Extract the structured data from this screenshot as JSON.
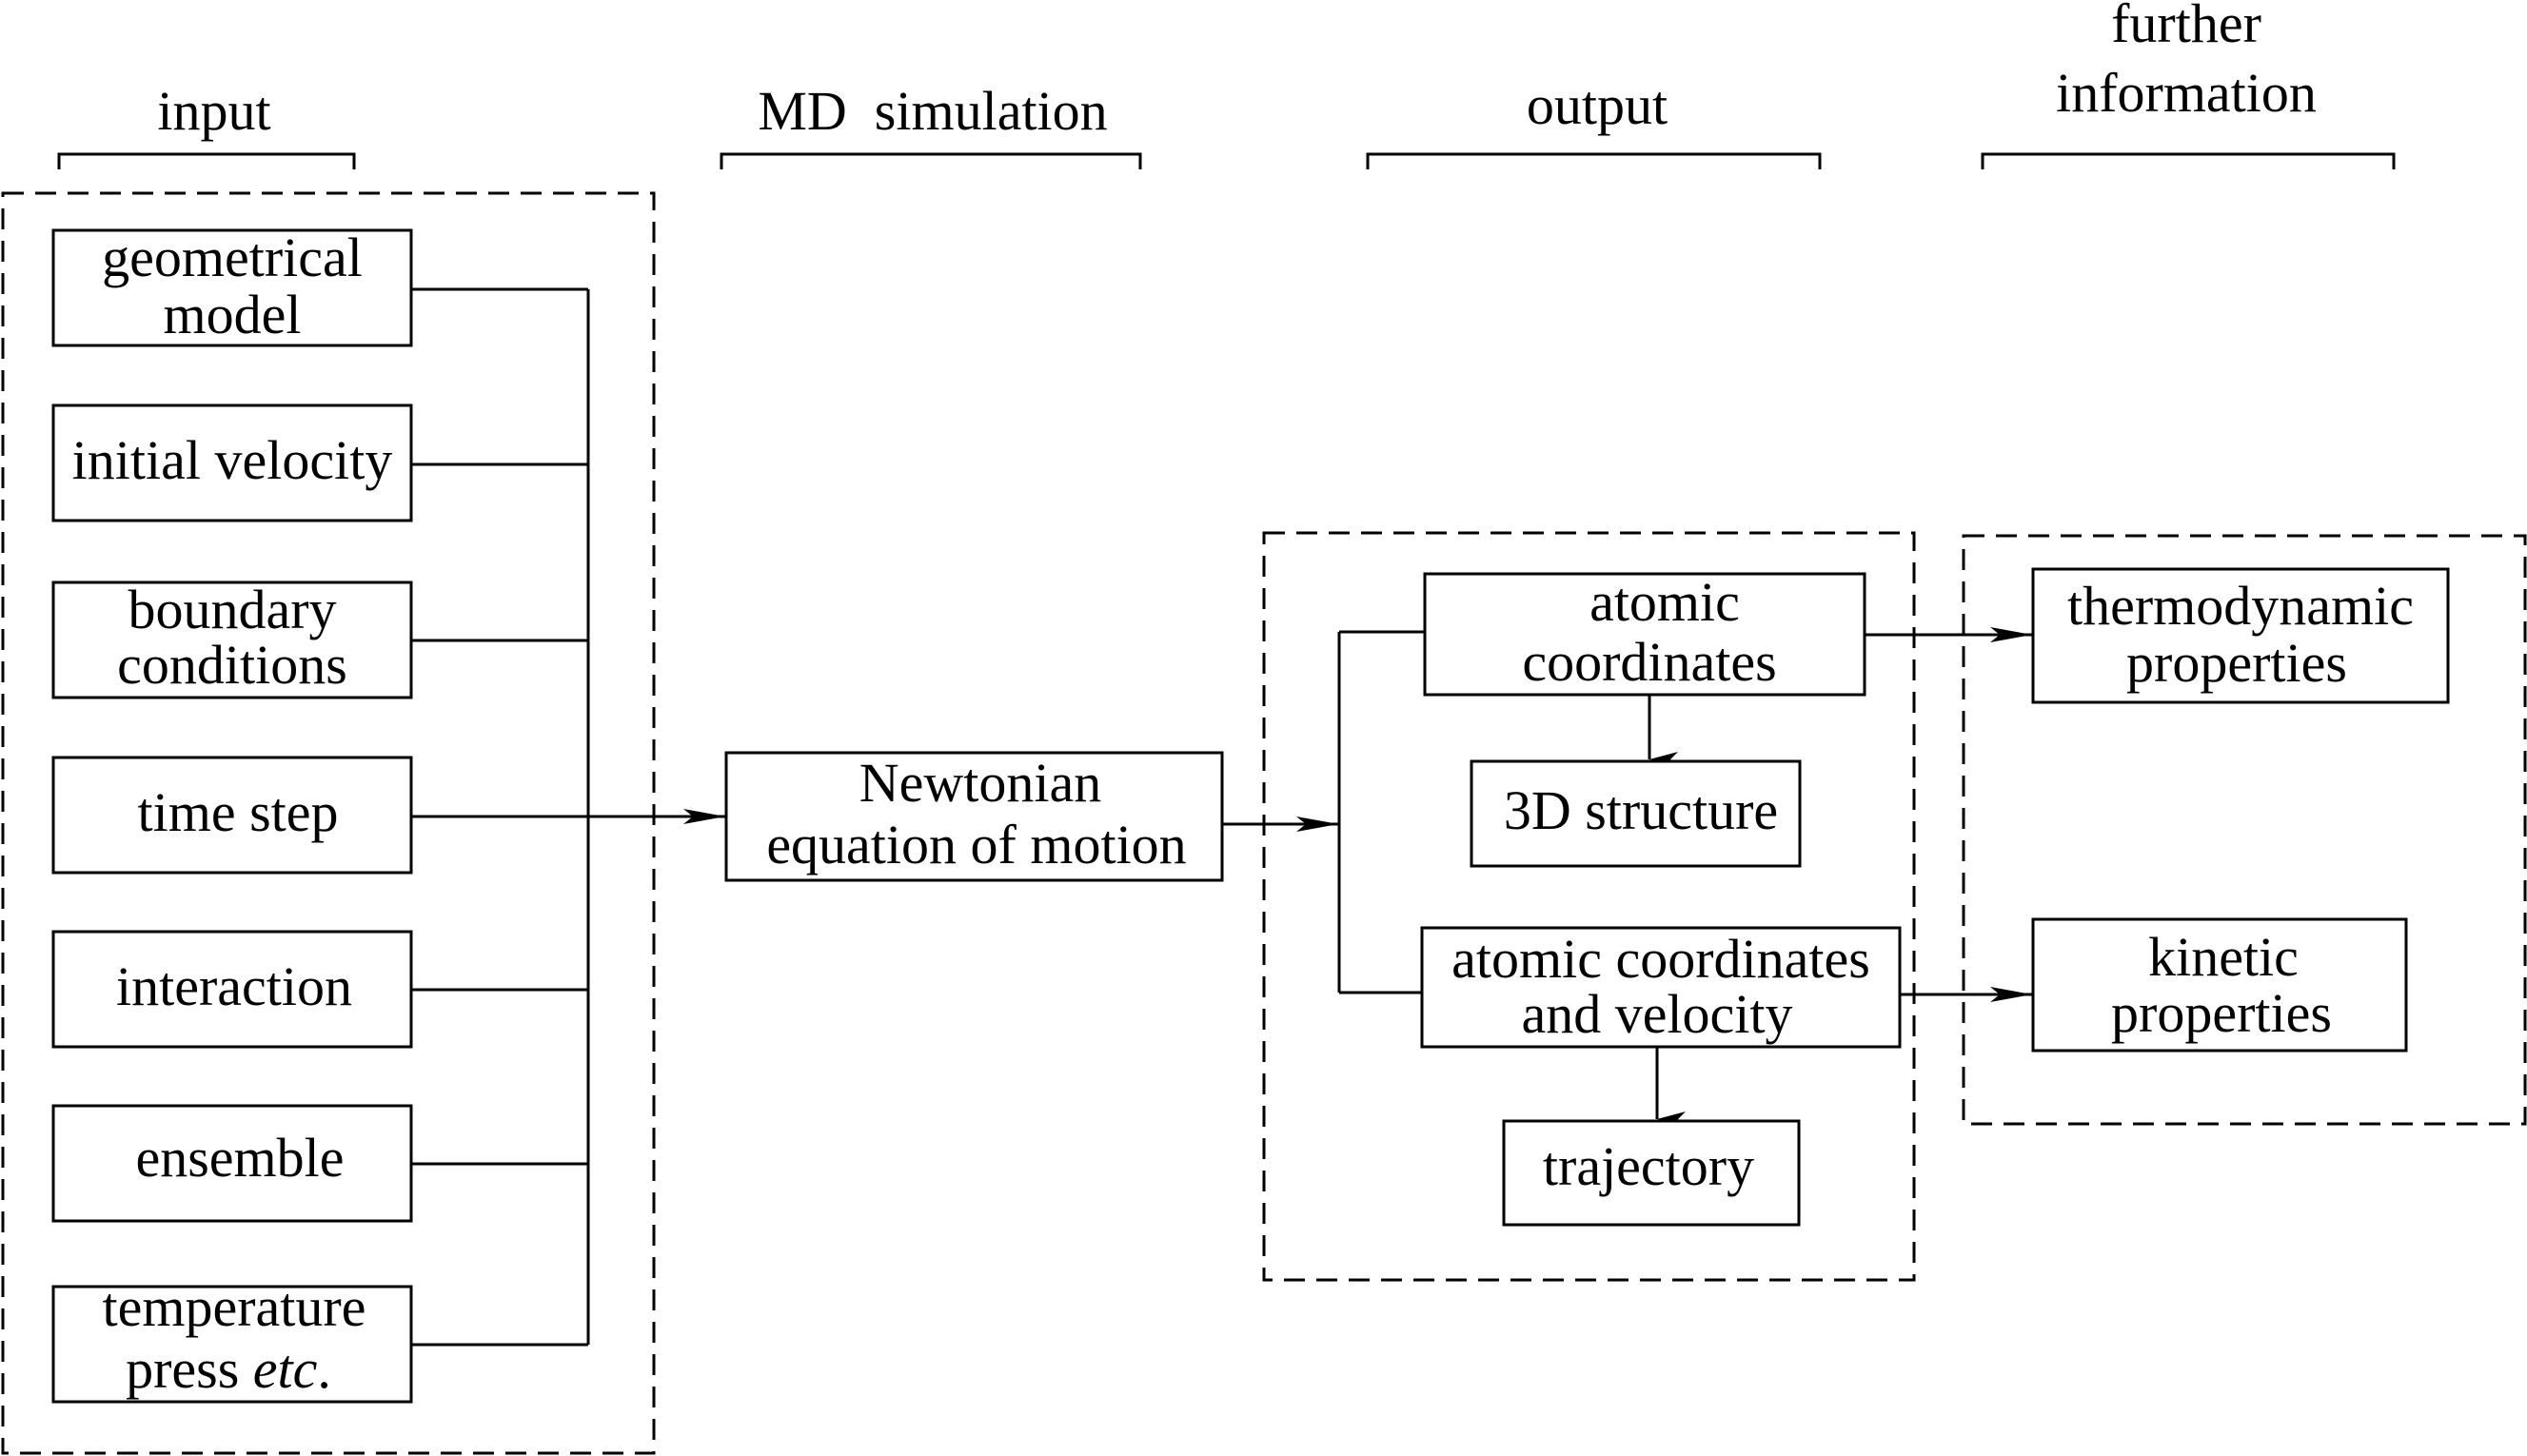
{
  "headers": {
    "input": "input",
    "md_simulation": "MD  simulation",
    "output": "output",
    "further_line1": "further",
    "further_line2": "information"
  },
  "inputs": {
    "geometrical_model": [
      "geometrical",
      "model"
    ],
    "initial_velocity": [
      "initial velocity"
    ],
    "boundary_conditions": [
      "boundary",
      "conditions"
    ],
    "time_step": [
      "time step"
    ],
    "interaction": [
      "interaction"
    ],
    "ensemble": [
      "ensemble"
    ],
    "temperature_press": {
      "line1": "temperature",
      "line2_prefix": "press ",
      "line2_italic": "etc",
      "line2_suffix": "."
    }
  },
  "simulation": [
    "Newtonian",
    "equation of motion"
  ],
  "outputs": {
    "atomic_coordinates": [
      "atomic",
      "coordinates"
    ],
    "structure_3d": [
      "3D structure"
    ],
    "atomic_coords_velocity": [
      "atomic coordinates",
      "and velocity"
    ],
    "trajectory": [
      "trajectory"
    ]
  },
  "further": {
    "thermodynamic": [
      "thermodynamic",
      "properties"
    ],
    "kinetic": [
      "kinetic",
      "properties"
    ]
  }
}
